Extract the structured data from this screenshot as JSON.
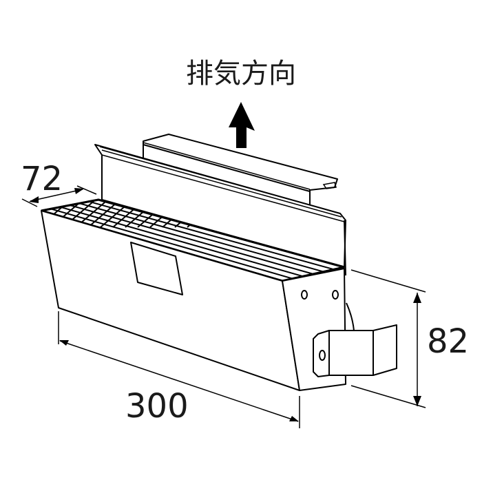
{
  "diagram": {
    "title": "排気方向",
    "exhaust_arrow_icon": "arrow-up-icon",
    "dimensions": {
      "depth": "72",
      "width": "300",
      "height": "82"
    },
    "colors": {
      "line": "#000000",
      "background": "#ffffff"
    }
  }
}
